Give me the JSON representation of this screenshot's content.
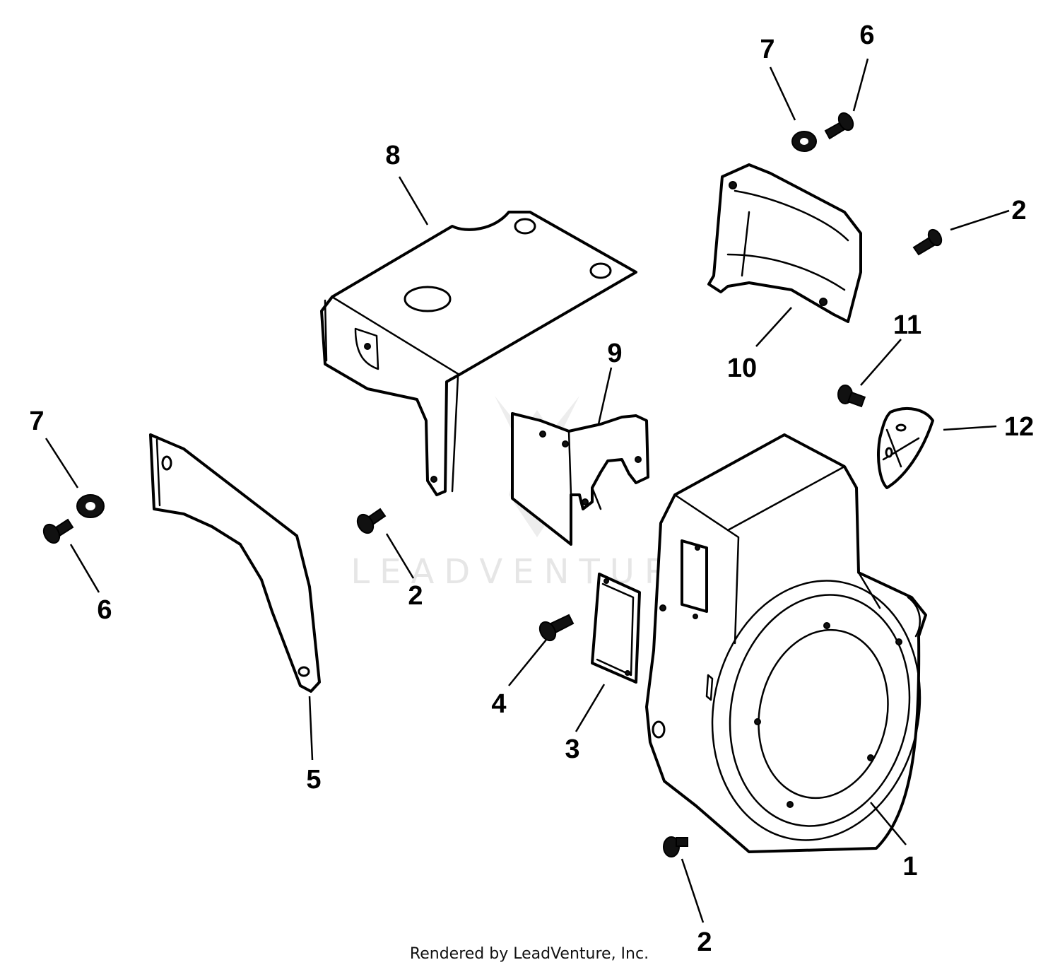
{
  "watermark": "LEADVENTURE",
  "credit": "Rendered by LeadVenture, Inc.",
  "callouts": {
    "c1": "1",
    "c2a": "2",
    "c2b": "2",
    "c2c": "2",
    "c3": "3",
    "c4": "4",
    "c5": "5",
    "c6a": "6",
    "c6b": "6",
    "c7a": "7",
    "c7b": "7",
    "c8": "8",
    "c9": "9",
    "c10": "10",
    "c11": "11",
    "c12": "12"
  }
}
